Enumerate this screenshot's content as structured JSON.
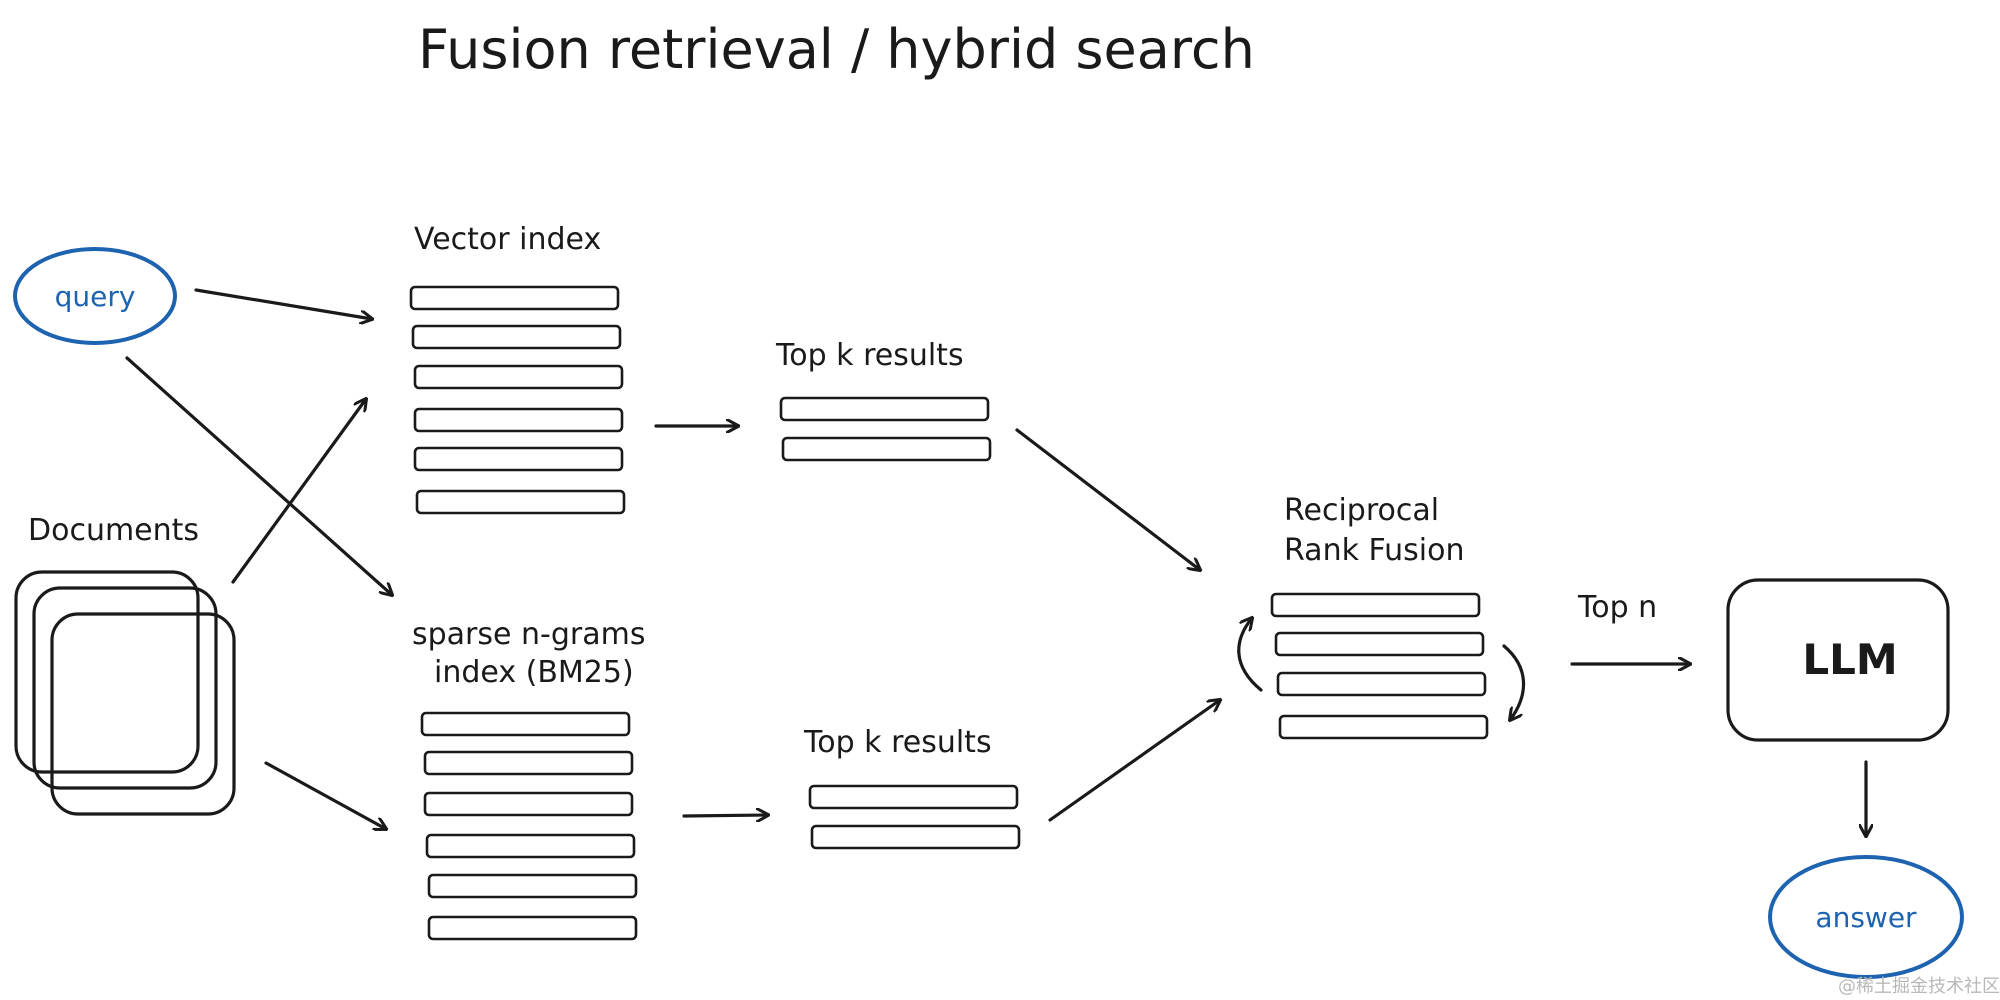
{
  "title": "Fusion retrieval / hybrid search",
  "nodes": {
    "query": "query",
    "documents": "Documents",
    "vector_index": "Vector index",
    "sparse_index_line1": "sparse n-grams",
    "sparse_index_line2": "index (BM25)",
    "top_k_vector": "Top k results",
    "top_k_sparse": "Top k results",
    "rrf_line1": "Reciprocal",
    "rrf_line2": "Rank Fusion",
    "top_n": "Top n",
    "llm": "LLM",
    "answer": "answer"
  },
  "watermark": "@稀土掘金技术社区",
  "colors": {
    "ink": "#1a1a1a",
    "accent": "#1d63b0"
  }
}
